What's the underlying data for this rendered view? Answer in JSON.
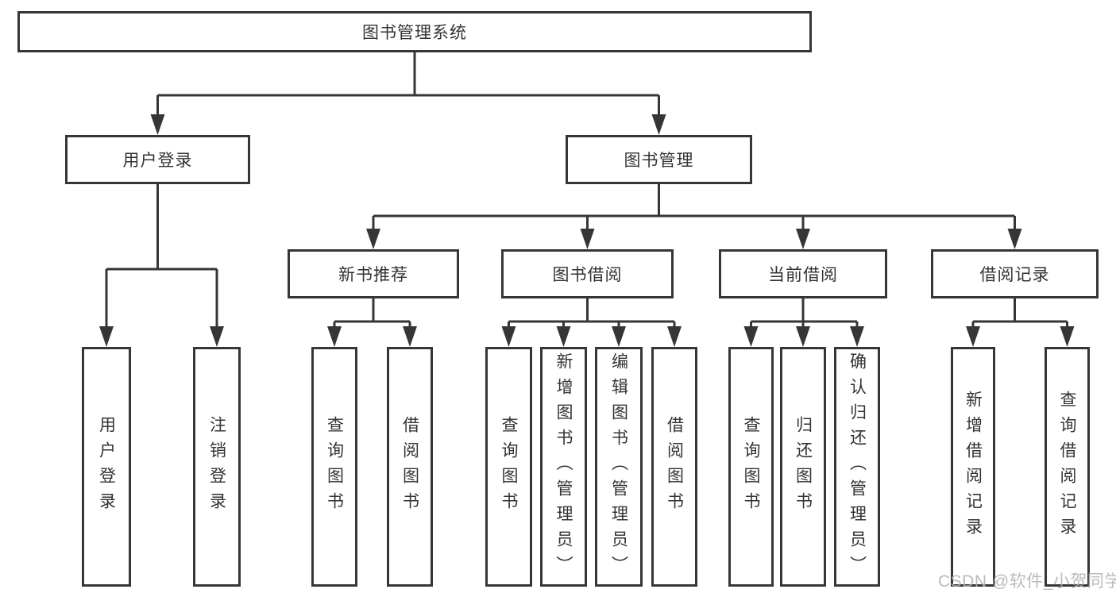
{
  "diagram": {
    "root": {
      "id": "library-management-system",
      "label": "图书管理系统"
    },
    "level2": [
      {
        "id": "user-login",
        "label": "用户登录",
        "parent": "library-management-system"
      },
      {
        "id": "book-management",
        "label": "图书管理",
        "parent": "library-management-system"
      }
    ],
    "level3": [
      {
        "id": "new-book-recommend",
        "label": "新书推荐",
        "parent": "book-management"
      },
      {
        "id": "book-borrowing",
        "label": "图书借阅",
        "parent": "book-management"
      },
      {
        "id": "current-borrowing",
        "label": "当前借阅",
        "parent": "book-management"
      },
      {
        "id": "borrowing-records",
        "label": "借阅记录",
        "parent": "book-management"
      }
    ],
    "leaves": [
      {
        "id": "leaf-user-login",
        "label": "用户登录",
        "parent": "user-login"
      },
      {
        "id": "leaf-logout",
        "label": "注销登录",
        "parent": "user-login"
      },
      {
        "id": "leaf-nb-query-books",
        "label": "查询图书",
        "parent": "new-book-recommend"
      },
      {
        "id": "leaf-nb-borrow-books",
        "label": "借阅图书",
        "parent": "new-book-recommend"
      },
      {
        "id": "leaf-bb-query-books",
        "label": "查询图书",
        "parent": "book-borrowing"
      },
      {
        "id": "leaf-bb-add-books-admin",
        "label": "新增图书（管理员）",
        "parent": "book-borrowing"
      },
      {
        "id": "leaf-bb-edit-books-admin",
        "label": "编辑图书（管理员）",
        "parent": "book-borrowing"
      },
      {
        "id": "leaf-bb-borrow-books",
        "label": "借阅图书",
        "parent": "book-borrowing"
      },
      {
        "id": "leaf-cb-query-books",
        "label": "查询图书",
        "parent": "current-borrowing"
      },
      {
        "id": "leaf-cb-return-books",
        "label": "归还图书",
        "parent": "current-borrowing"
      },
      {
        "id": "leaf-cb-confirm-return-admin",
        "label": "确认归还（管理员）",
        "parent": "current-borrowing"
      },
      {
        "id": "leaf-br-add-record",
        "label": "新增借阅记录",
        "parent": "borrowing-records"
      },
      {
        "id": "leaf-br-query-record",
        "label": "查询借阅记录",
        "parent": "borrowing-records"
      }
    ]
  },
  "watermark": {
    "text": "CSDN @软件_小贺同学",
    "color": "#b2b2b2"
  },
  "colors": {
    "box_border": "#363636",
    "connector_line": "#363636",
    "text": "#333333",
    "background": "#ffffff"
  }
}
